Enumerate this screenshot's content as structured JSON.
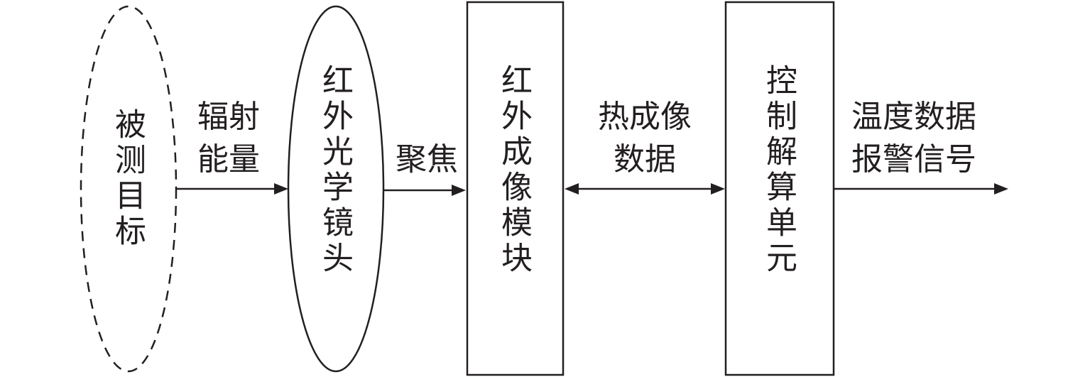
{
  "nodes": {
    "target": "被测目标",
    "lens": "红外光学镜头",
    "imaging_module": "红外成像模块",
    "control_unit": "控制解算单元"
  },
  "edges": {
    "radiation_line1": "辐射",
    "radiation_line2": "能量",
    "focus": "聚焦",
    "thermal_line1": "热成像",
    "thermal_line2": "数据",
    "output_line1": "温度数据",
    "output_line2": "报警信号"
  },
  "colors": {
    "stroke": "#231f20",
    "background": "#ffffff"
  }
}
